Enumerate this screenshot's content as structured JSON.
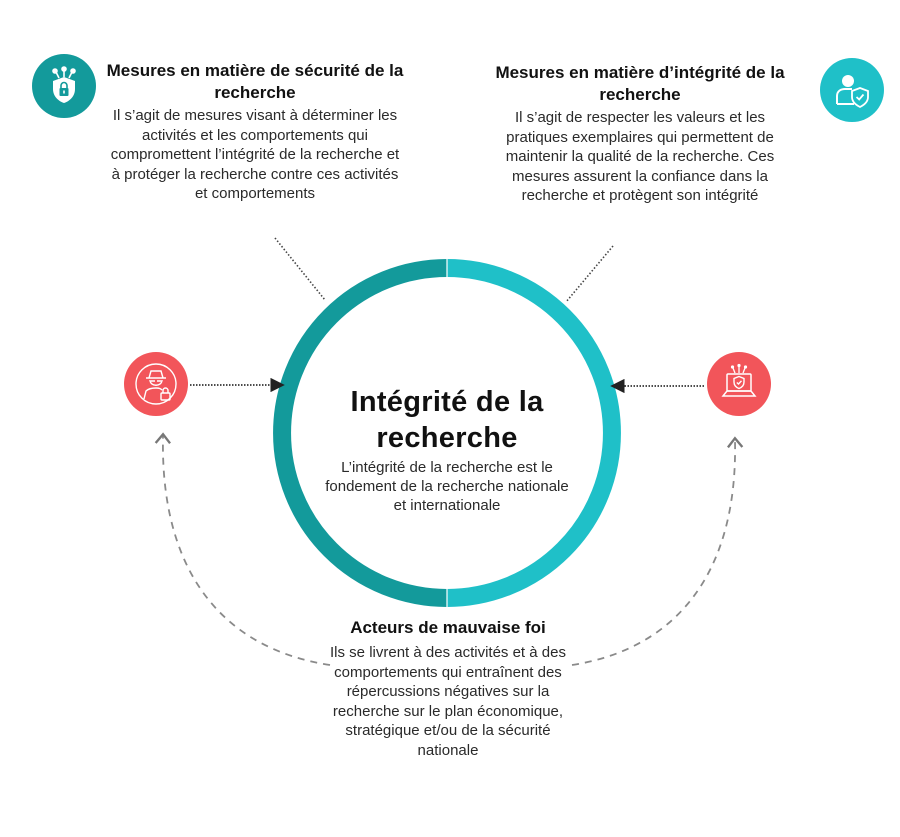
{
  "colors": {
    "ring_left": "#139a9b",
    "ring_right": "#1fc0c8",
    "threat_icon_bg": "#f2555a",
    "connector": "#444444",
    "dashed_arc": "#8a8a8a"
  },
  "security_measures": {
    "icon": "shield-lock-network-icon",
    "title": "Mesures en matière de sécurité de la recherche",
    "description": "Il s’agit de mesures visant à déterminer les activités et les comportements qui compromettent l’intégrité de la recherche et à protéger la recherche contre ces activités et comportements"
  },
  "integrity_measures": {
    "icon": "user-shield-check-icon",
    "title": "Mesures en matière d’intégrité de la recherche",
    "description": "Il s’agit de respecter les valeurs et les pratiques exemplaires qui permettent de maintenir la qualité de la recherche. Ces mesures assurent la confiance dans la recherche et protègent son intégrité"
  },
  "center": {
    "title": "Intégrité de la recherche",
    "description": "L’intégrité de la recherche est le fondement de la recherche nationale et internationale"
  },
  "bad_actors": {
    "title": "Acteurs de mauvaise foi",
    "description": "Ils se livrent à des activités et à des comportements qui entraînent des répercussions négatives sur la recherche sur le plan économique, stratégique et/ou de la sécurité nationale",
    "icons": [
      "spy-lock-icon",
      "laptop-shield-network-icon"
    ]
  }
}
